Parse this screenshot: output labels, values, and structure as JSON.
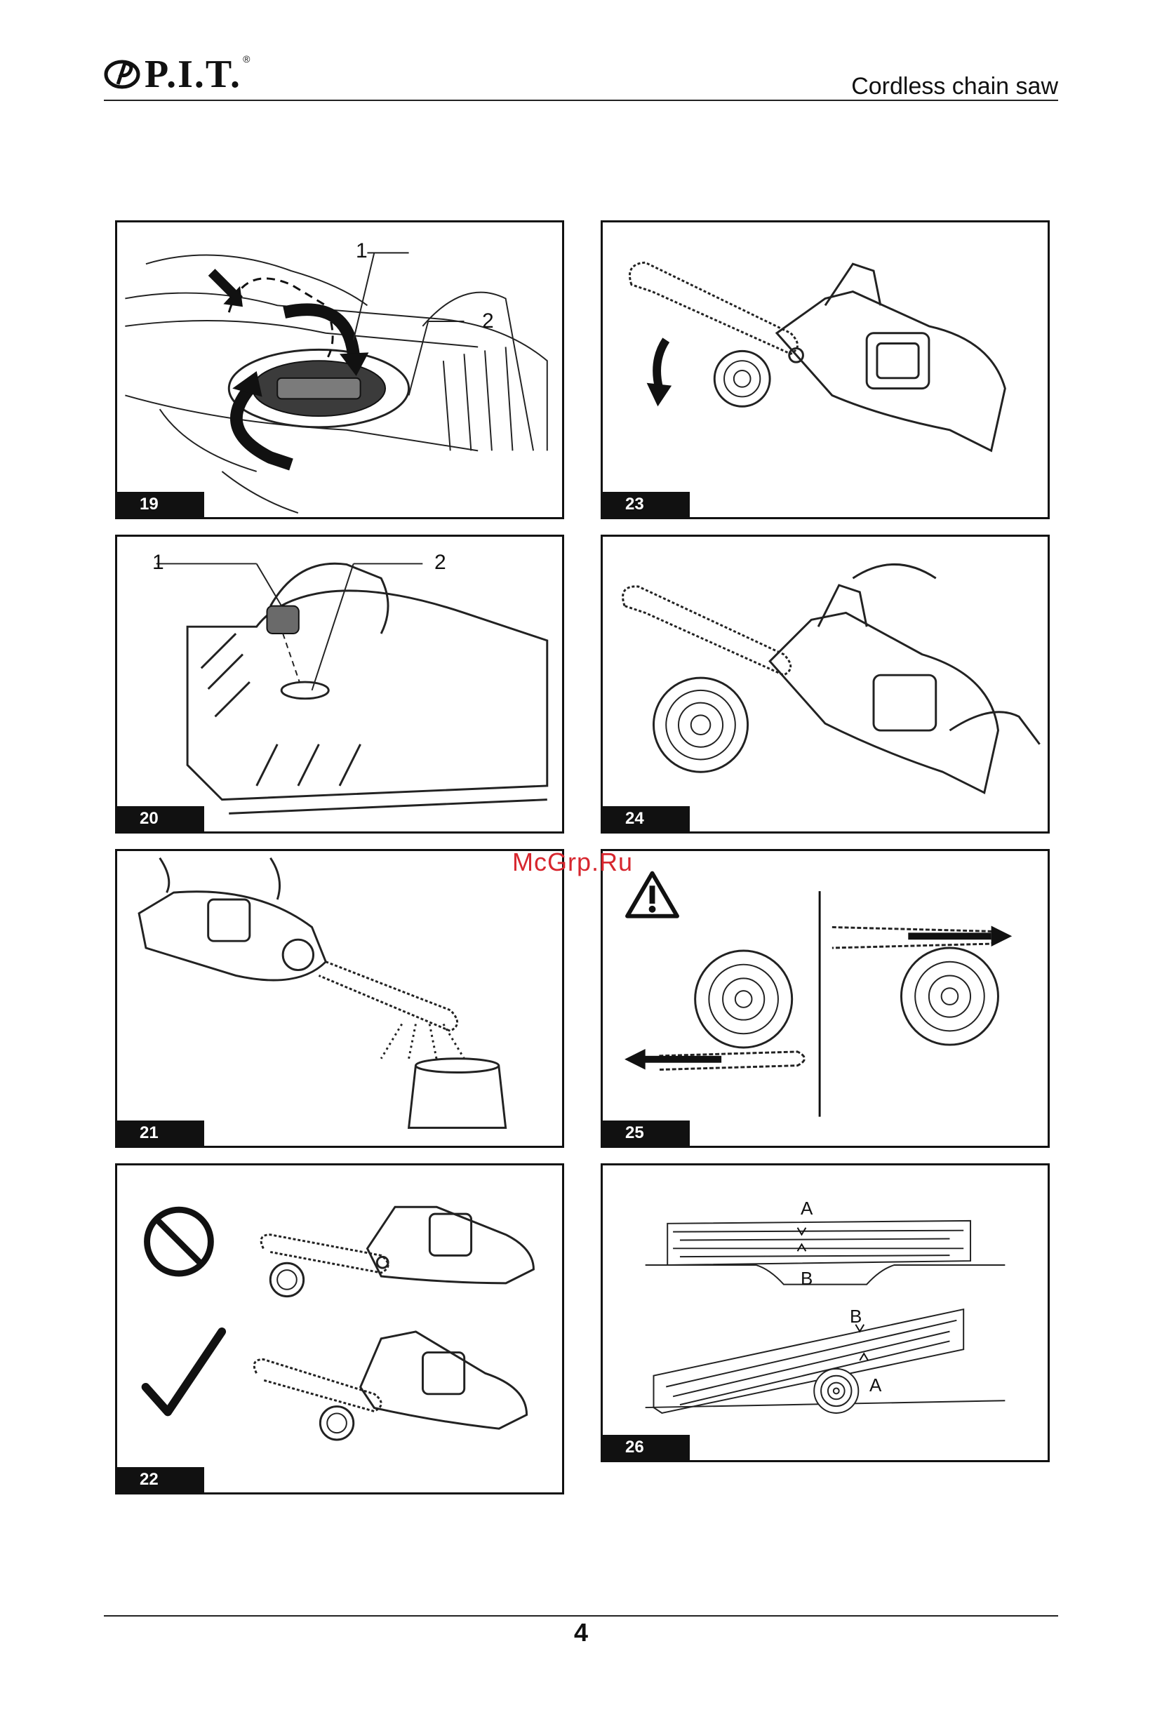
{
  "header": {
    "logo_text": "P.I.T.",
    "logo_reg": "®",
    "title": "Cordless chain saw"
  },
  "figures": [
    {
      "number": "19",
      "callouts": [
        "1",
        "2"
      ]
    },
    {
      "number": "23"
    },
    {
      "number": "20",
      "callouts": [
        "1",
        "2"
      ]
    },
    {
      "number": "24"
    },
    {
      "number": "21"
    },
    {
      "number": "25",
      "icons": [
        "warning-triangle-icon"
      ]
    },
    {
      "number": "22",
      "icons": [
        "prohibited-icon",
        "checkmark-icon"
      ]
    },
    {
      "number": "26",
      "letters": [
        "A",
        "B",
        "B",
        "A"
      ]
    }
  ],
  "watermark": "McGrp.Ru",
  "page_number": "4"
}
